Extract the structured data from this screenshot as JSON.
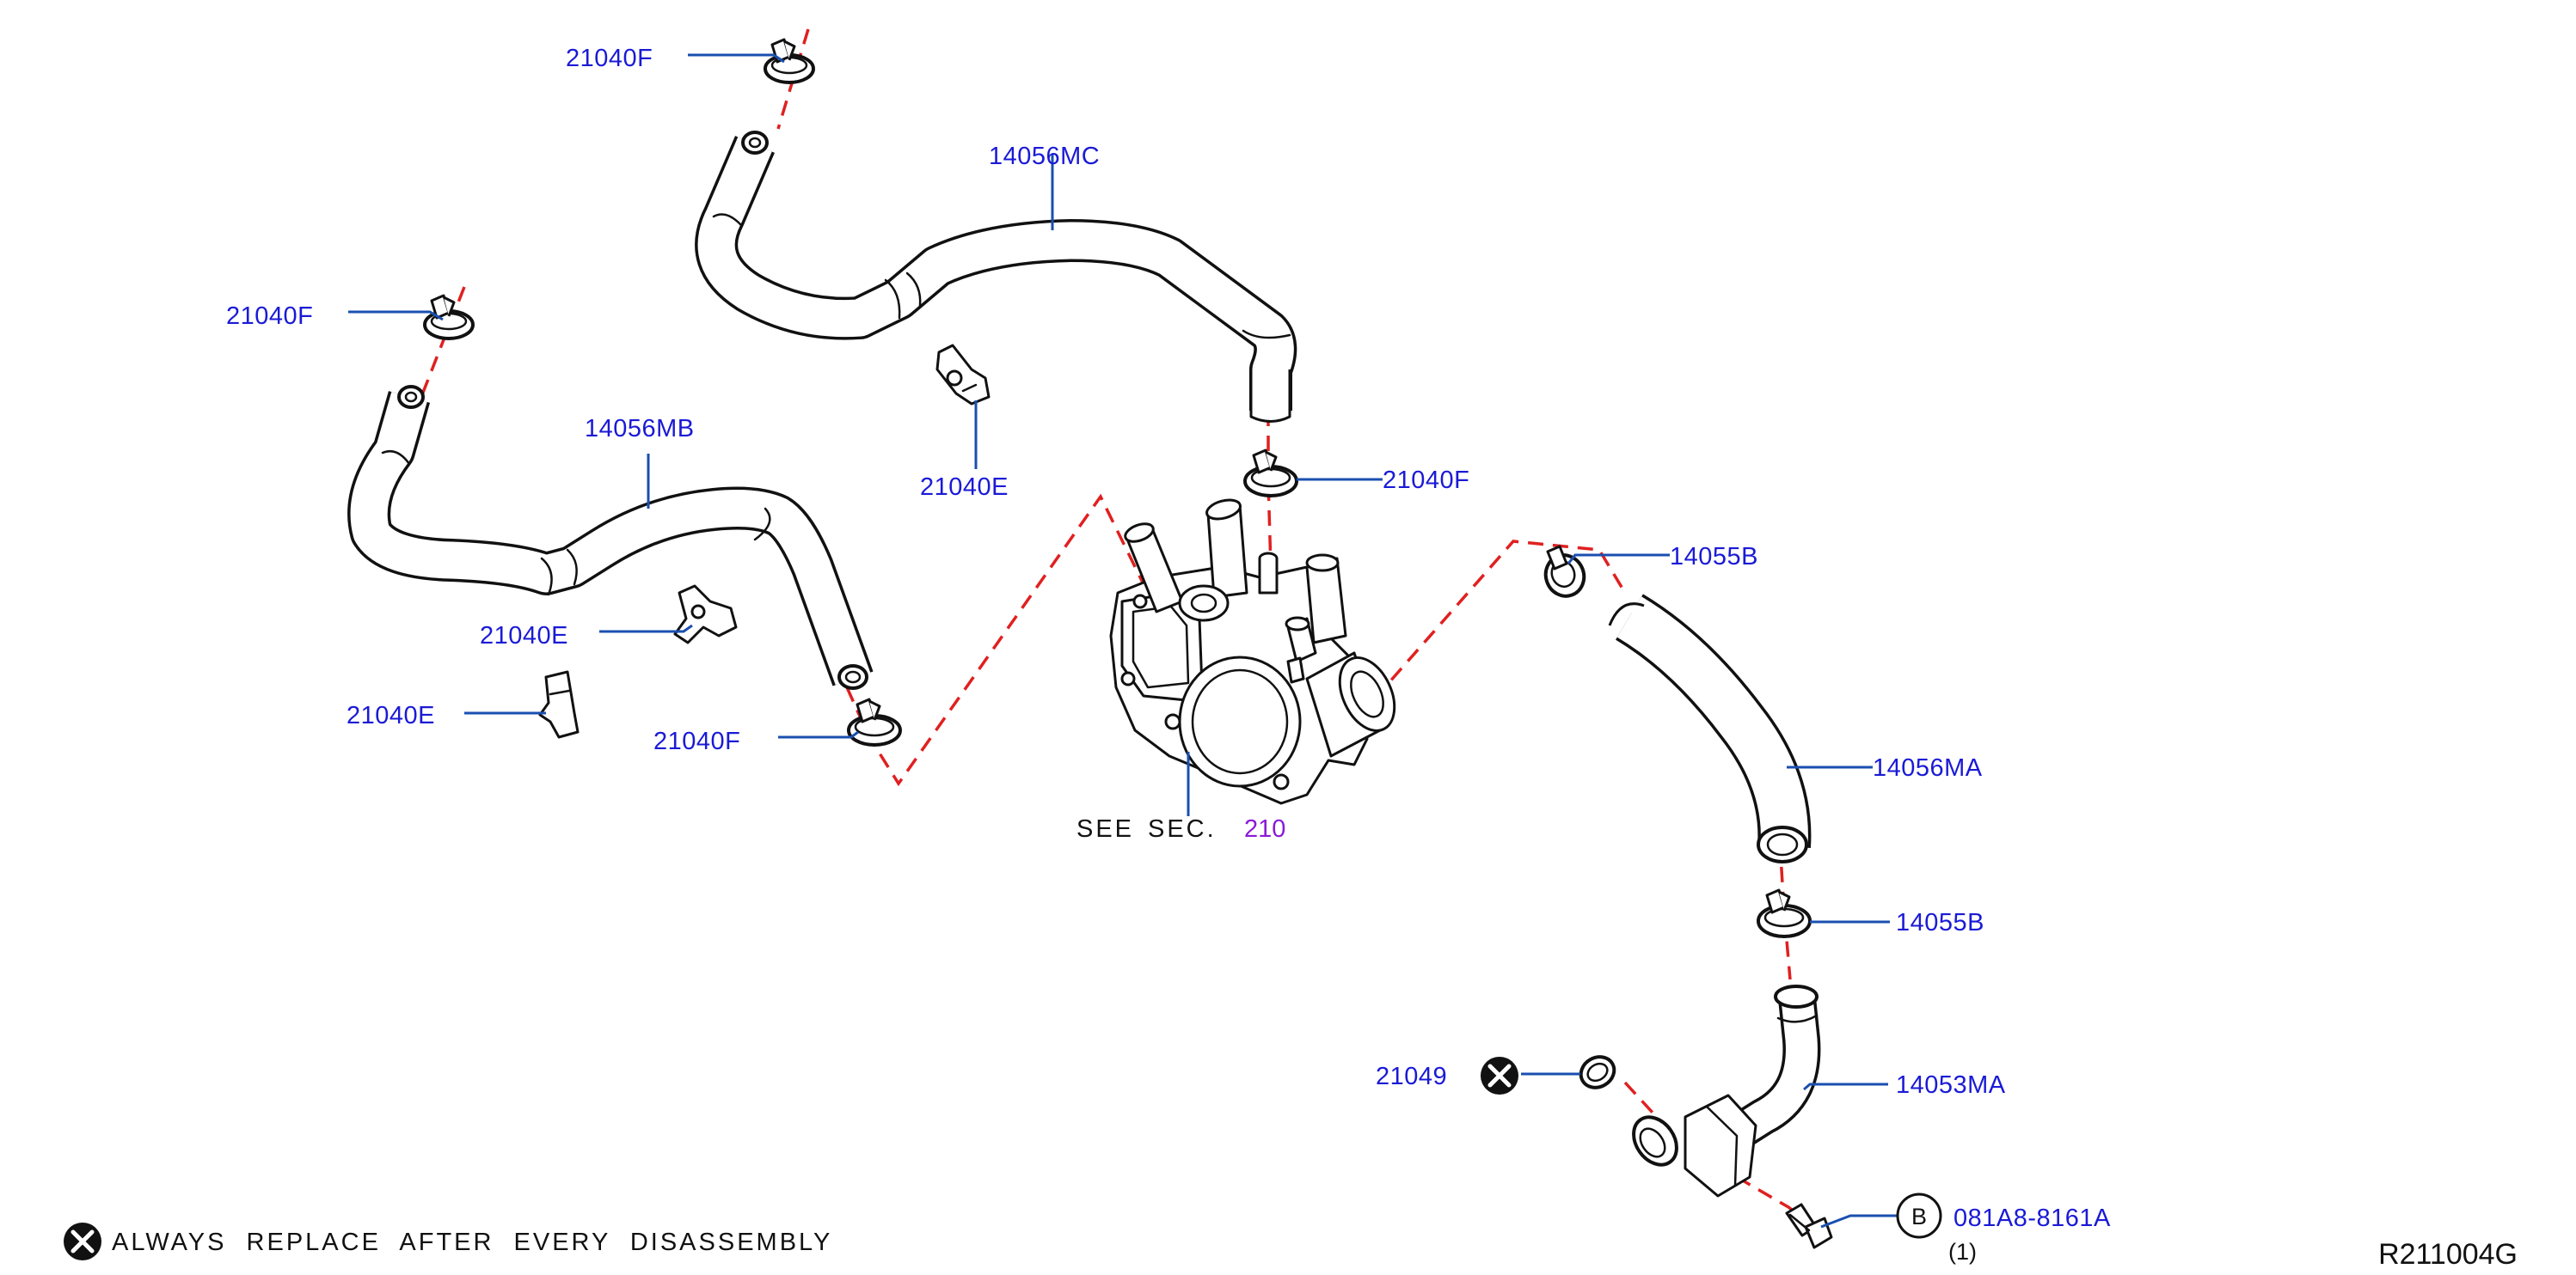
{
  "callouts": {
    "c_21040f_top": "21040F",
    "c_14056mc": "14056MC",
    "c_21040f_left": "21040F",
    "c_14056mb": "14056MB",
    "c_21040e_mid": "21040E",
    "c_21040f_center": "21040F",
    "c_21040e_left1": "21040E",
    "c_21040e_left2": "21040E",
    "c_21040f_lower": "21040F",
    "c_14055b_top": "14055B",
    "c_14056ma": "14056MA",
    "c_14055b_lower": "14055B",
    "c_21049": "21049",
    "c_14053ma": "14053MA",
    "c_bolt": "081A8-8161A",
    "c_bolt_qty": "(1)",
    "c_bolt_marker": "B"
  },
  "reference": {
    "see": "SEE",
    "sec": "SEC.",
    "section": "210"
  },
  "legend": {
    "text": "ALWAYS REPLACE AFTER EVERY DISASSEMBLY",
    "icon": "x-circle-icon"
  },
  "diagram_id": "R211004G",
  "colors": {
    "callout_text": "#1a1ad6",
    "leader_line": "#1a4fb0",
    "dashed_connector": "#e02020",
    "section_ref": "#8a1ad6",
    "outline": "#111111"
  }
}
